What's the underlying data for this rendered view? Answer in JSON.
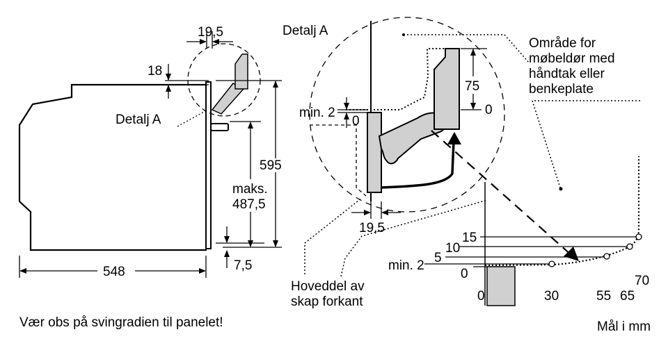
{
  "labels": {
    "dim_19_5_top": "19,5",
    "dim_18": "18",
    "detalj_a_left": "Detalj A",
    "dim_595": "595",
    "maks": "maks.",
    "dim_487_5": "487,5",
    "dim_7_5": "7,5",
    "dim_548": "548",
    "detalj_a_title": "Detalj A",
    "min2_detail": "min. 2",
    "zero_detail_a": "0",
    "dim_75": "75",
    "zero_detail_b": "0",
    "dim_19_5_bottom": "19,5",
    "omrade_l1": "Område for",
    "omrade_l2": "møbeldør med",
    "omrade_l3": "håndtak eller",
    "omrade_l4": "benkeplate",
    "hoveddel_l1": "Hoveddel av",
    "hoveddel_l2": "skap forkant",
    "g15": "15",
    "g10": "10",
    "g5": "5",
    "gmin2": "min. 2",
    "g0": "0",
    "gx0": "0",
    "gx30": "30",
    "gx55": "55",
    "gx65": "65",
    "gx70": "70",
    "note": "Vær obs på svingradien til panelet!",
    "units": "Mål i mm"
  },
  "colors": {
    "line": "#000000",
    "panel_fill": "#d0d0d0"
  }
}
